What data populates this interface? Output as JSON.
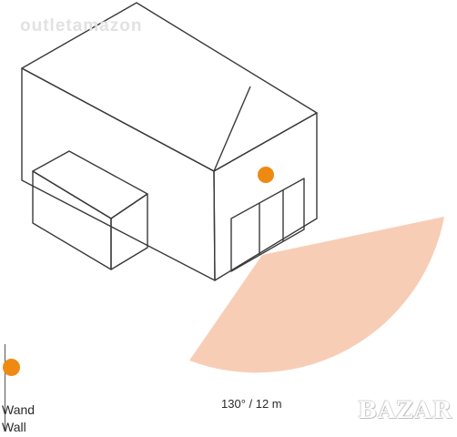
{
  "watermark": "outletamazon",
  "legend": {
    "line1": "Wand",
    "line2": "Wall"
  },
  "range_label": "130° / 12 m",
  "brand": "BAZAR",
  "colors": {
    "sensor": "#ee8a12",
    "detection_area": "#f8cdb6",
    "outline": "#3a3a3a"
  }
}
